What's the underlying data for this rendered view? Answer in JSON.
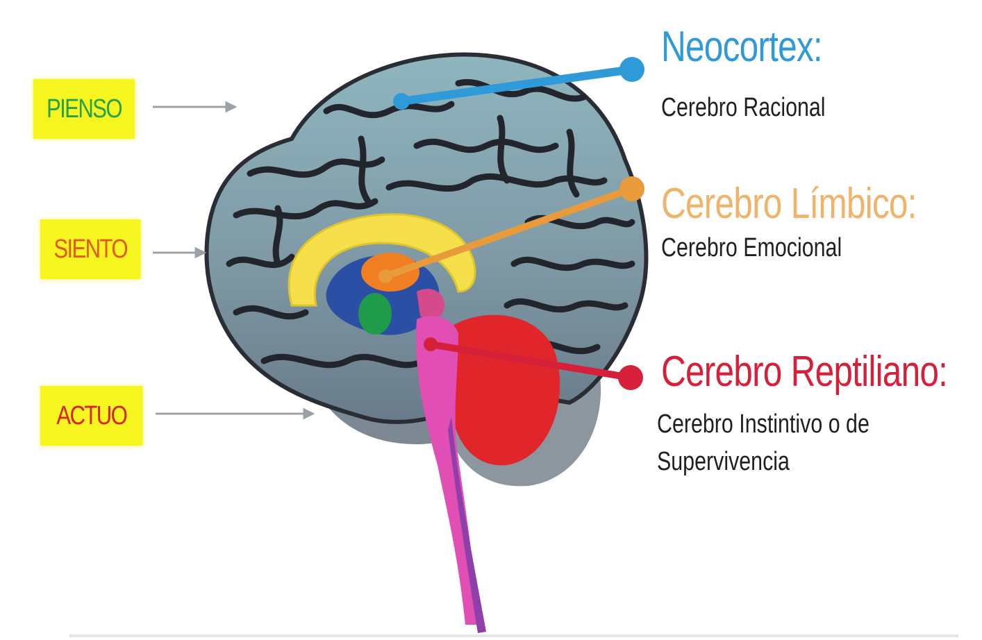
{
  "tags": {
    "think": "PIENSO",
    "feel": "SIENTO",
    "act": "ACTUO"
  },
  "regions": {
    "neocortex": {
      "title": "Neocortex:",
      "subtitle": "Cerebro Racional",
      "color": "#2f9ad8"
    },
    "limbic": {
      "title": "Cerebro Límbico:",
      "subtitle": "Cerebro Emocional",
      "color": "#efb36a"
    },
    "reptilian": {
      "title": "Cerebro Reptiliano:",
      "subtitle": "Cerebro Instintivo o de Supervivencia",
      "color": "#d6203a"
    }
  },
  "colors": {
    "tag_background": "#f6f51f",
    "brain_cortex": "#7d98a6",
    "brain_stem": "#e14fb5",
    "cerebellum": "#e0262a"
  }
}
